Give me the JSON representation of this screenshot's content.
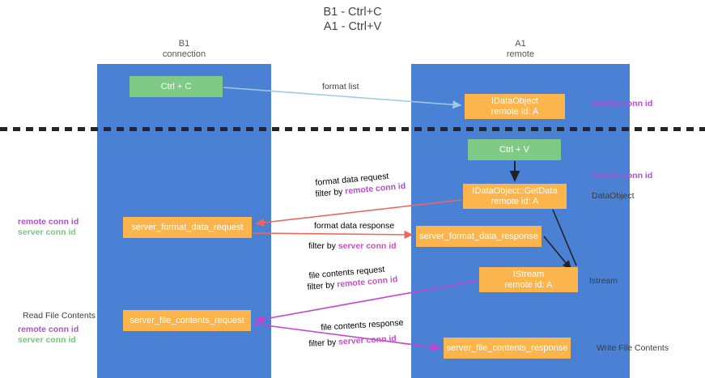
{
  "title": {
    "line1": "B1 - Ctrl+C",
    "line2": "A1 - Ctrl+V"
  },
  "columns": {
    "b1": {
      "name": "B1",
      "sub": "connection"
    },
    "a1": {
      "name": "A1",
      "sub": "remote"
    }
  },
  "boxes": {
    "ctrl_c": {
      "label": "Ctrl + C",
      "color": "#7fcb86"
    },
    "idataobject": {
      "line1": "IDataObject",
      "line2": "remote id: A",
      "color": "#fcb44d"
    },
    "ctrl_v": {
      "label": "Ctrl + V",
      "color": "#7fcb86"
    },
    "getdata": {
      "line1": "IDataObject::GetData",
      "line2": "remote id: A",
      "color": "#fcb44d"
    },
    "server_format_data_request": {
      "label": "server_format_data_request",
      "color": "#fcb44d"
    },
    "server_format_data_response": {
      "label": "server_format_data_response",
      "color": "#fcb44d"
    },
    "istream": {
      "line1": "IStream",
      "line2": "remote id: A",
      "color": "#fcb44d"
    },
    "server_file_contents_request": {
      "label": "server_file_contents_request",
      "color": "#fcb44d"
    },
    "server_file_contents_response": {
      "label": "server_file_contents_response",
      "color": "#fcb44d"
    }
  },
  "labels": {
    "format_list": "format list",
    "remote_conn_id_top": "remote conn id",
    "remote_conn_id_mid": "remote conn id",
    "dataobject": "DataObject",
    "istream_side": "Istream",
    "write_file_contents": "Write File Contents",
    "read_file_contents": "Read File Contents",
    "format_data_request": "format data request",
    "filter_by": "filter by ",
    "remote_conn_id": "remote conn id",
    "server_conn_id": "server conn id",
    "format_data_response": "format data response",
    "file_contents_request": "file contents request",
    "file_contents_response": "file contents response"
  },
  "colors": {
    "column": "#4a81d4",
    "green_box": "#7fcb86",
    "orange_box": "#fcb44d",
    "remote_conn_id": "#b04fd0",
    "server_conn_id_green": "#7cc47f",
    "server_conn_id_purple": "#c651c6",
    "arrow_blue": "#9ec7e8",
    "arrow_red": "#f0675a",
    "arrow_magenta": "#cc3fcc",
    "arrow_black": "#222222",
    "divider": "#242424"
  }
}
